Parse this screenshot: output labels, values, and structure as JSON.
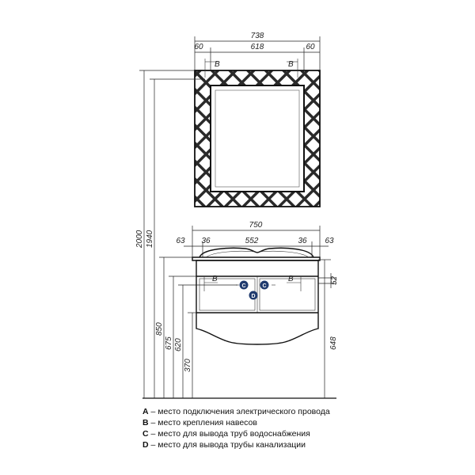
{
  "mirror": {
    "width_total": "738",
    "frame_left": "60",
    "frame_right": "60",
    "inner_width": "618",
    "mount_left": "B",
    "mount_right": "B"
  },
  "cabinet": {
    "width_total": "750",
    "edge_left": "63",
    "edge_right": "63",
    "offset_left": "36",
    "offset_right": "36",
    "inner_width": "552",
    "marker_b_left": "B",
    "marker_b_right": "B",
    "marker_c_left": "C",
    "marker_c_right": "C",
    "marker_d": "D",
    "right_top": "52",
    "right_height": "648"
  },
  "heights": {
    "h2000": "2000",
    "h1940": "1940",
    "h850": "850",
    "h675": "675",
    "h620": "620",
    "h370": "370"
  },
  "legend": [
    {
      "key": "A",
      "text": " – место подключения электрического провода"
    },
    {
      "key": "B",
      "text": " – место крепления навесов"
    },
    {
      "key": "C",
      "text": " – место для вывода труб водоснабжения"
    },
    {
      "key": "D",
      "text": " – место для вывода трубы канализации"
    }
  ],
  "colors": {
    "marker_fill": "#1f3a6e",
    "line": "#111111"
  }
}
